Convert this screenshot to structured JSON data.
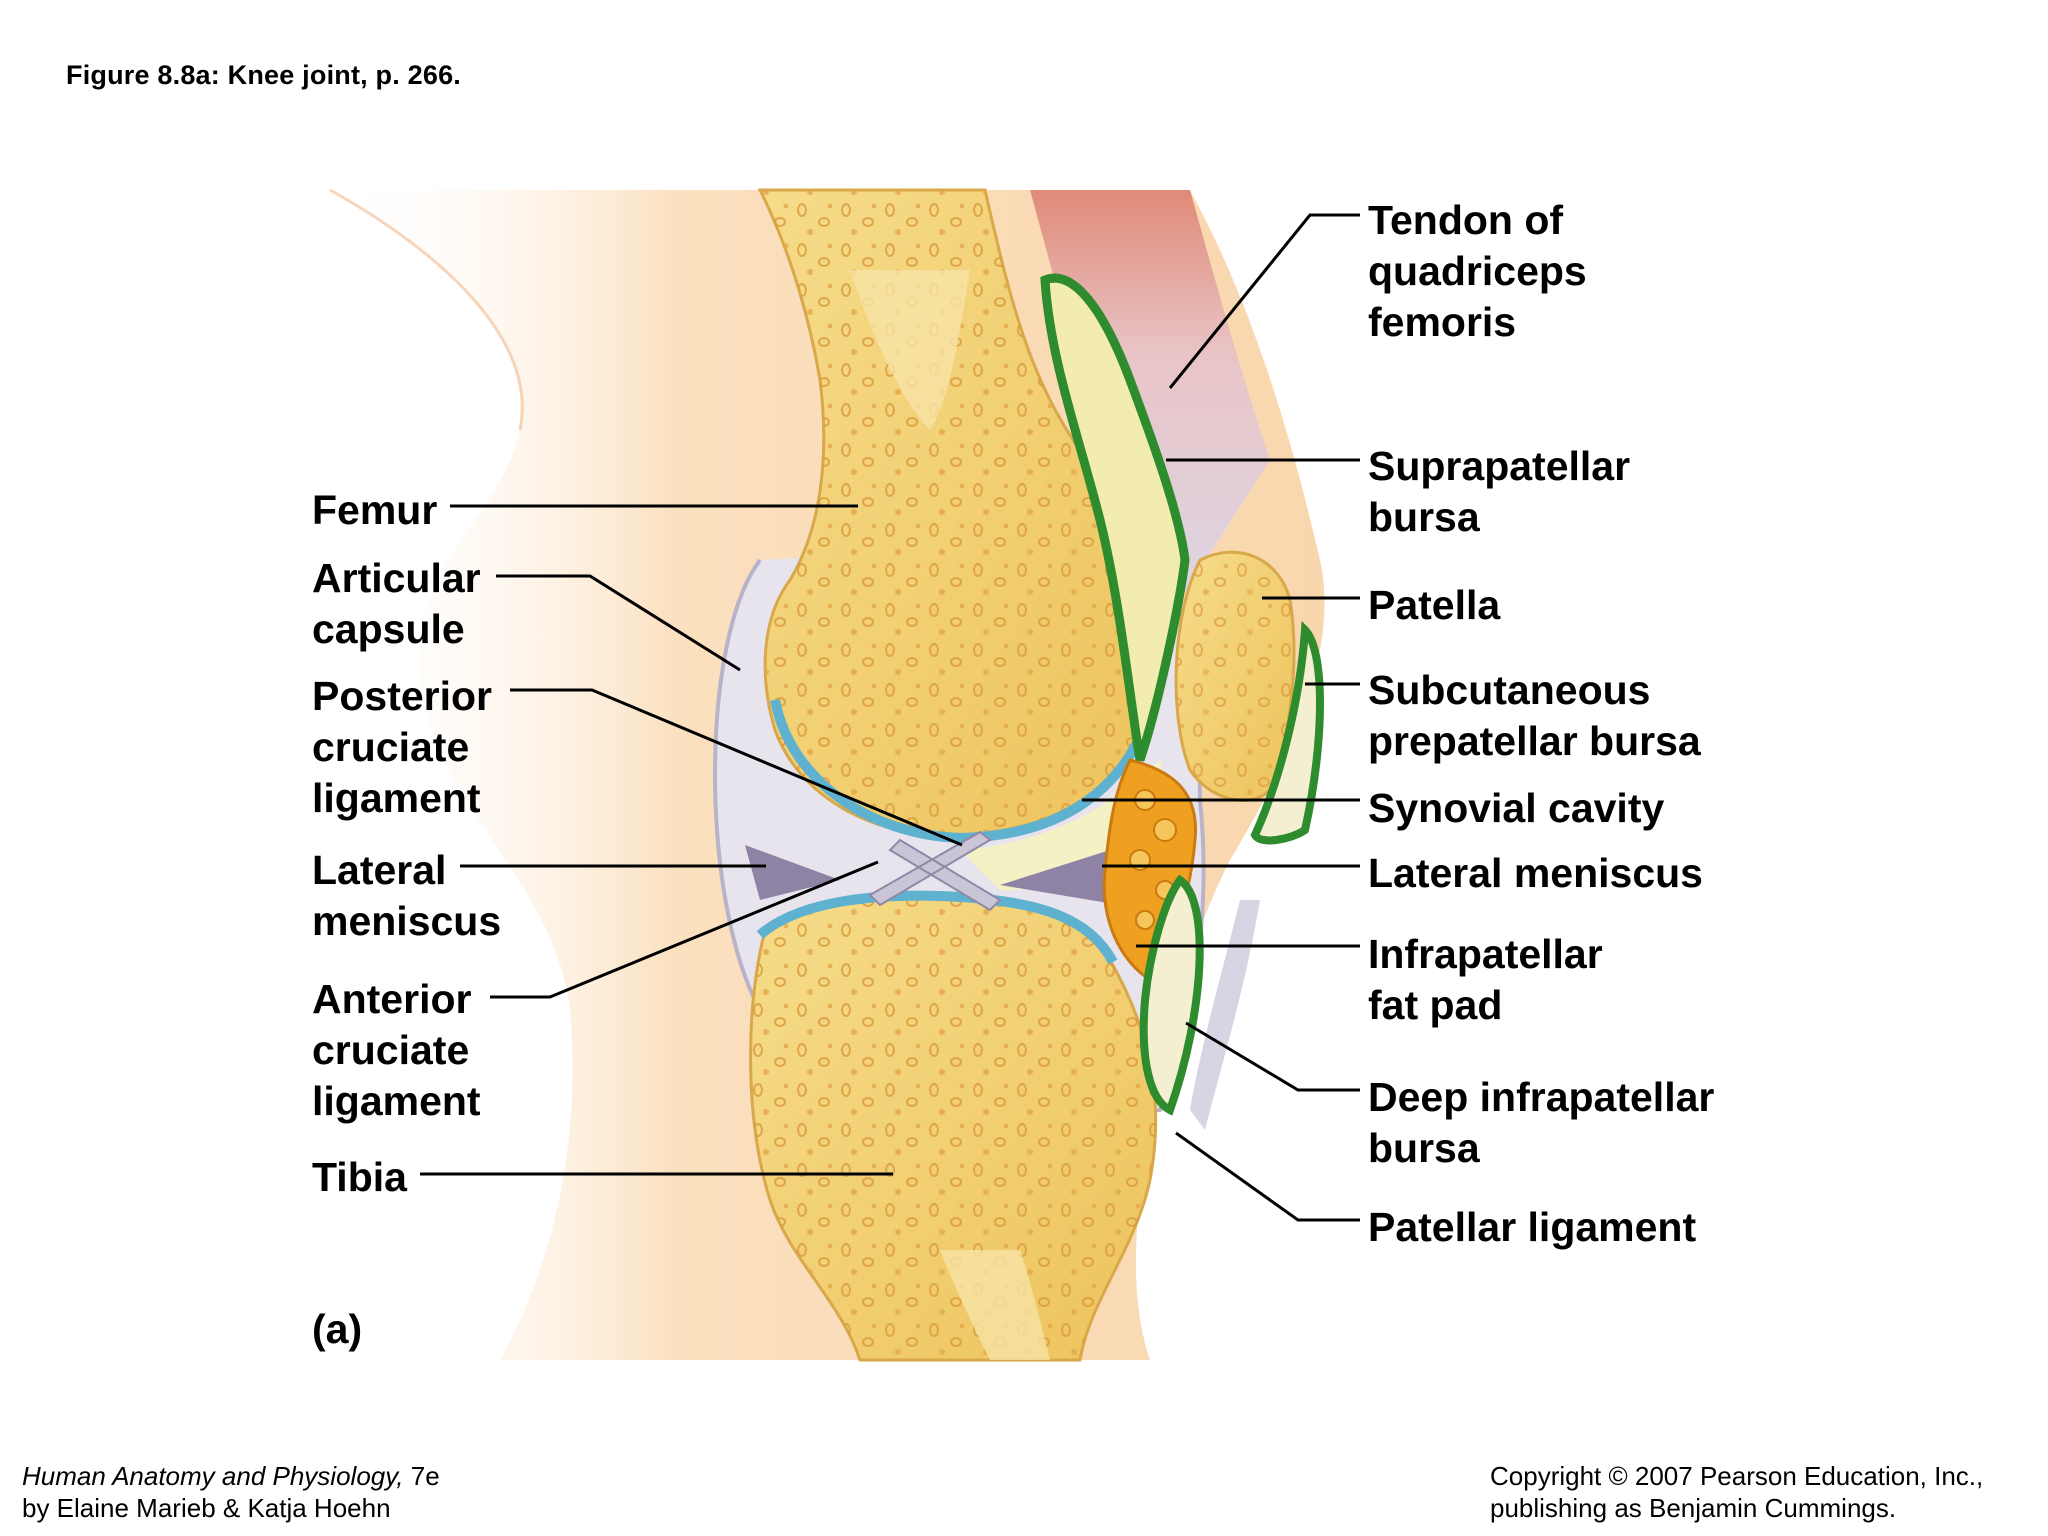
{
  "figure_title": "Figure 8.8a:  Knee joint, p. 266.",
  "part_letter": "(a)",
  "labels_left": {
    "femur": [
      "Femur"
    ],
    "articular_capsule": [
      "Articular",
      "capsule"
    ],
    "posterior_cruciate_ligament": [
      "Posterior",
      "cruciate",
      "ligament"
    ],
    "lateral_meniscus": [
      "Lateral",
      "meniscus"
    ],
    "anterior_cruciate_ligament": [
      "Anterior",
      "cruciate",
      "ligament"
    ],
    "tibia": [
      "Tibia"
    ]
  },
  "labels_right": {
    "tendon_of_quadriceps_femoris": [
      "Tendon of",
      "quadriceps",
      "femoris"
    ],
    "suprapatellar_bursa": [
      "Suprapatellar",
      "bursa"
    ],
    "patella": [
      "Patella"
    ],
    "subcutaneous_prepatellar_bursa": [
      "Subcutaneous",
      "prepatellar bursa"
    ],
    "synovial_cavity": [
      "Synovial cavity"
    ],
    "lateral_meniscus": [
      "Lateral meniscus"
    ],
    "infrapatellar_fat_pad": [
      "Infrapatellar",
      "fat pad"
    ],
    "deep_infrapatellar_bursa": [
      "Deep infrapatellar",
      "bursa"
    ],
    "patellar_ligament": [
      "Patellar ligament"
    ]
  },
  "footer": {
    "book_title": "Human Anatomy and Physiology,",
    "edition": " 7e",
    "authors": "by Elaine Marieb & Katja Hoehn",
    "copyright": "Copyright © 2007 Pearson Education, Inc.,",
    "publisher": "publishing as Benjamin Cummings."
  },
  "colors": {
    "bone": "#f1cf6e",
    "bone_light": "#f8e3a6",
    "skin": "#fbe2c2",
    "cartilage_blue": "#5fb2cf",
    "bursa_green": "#2e8b2e",
    "meniscus_purple": "#9b8fae",
    "fat_orange": "#f0a020",
    "muscle_red": "#d9756a",
    "leader_line": "#000000"
  }
}
